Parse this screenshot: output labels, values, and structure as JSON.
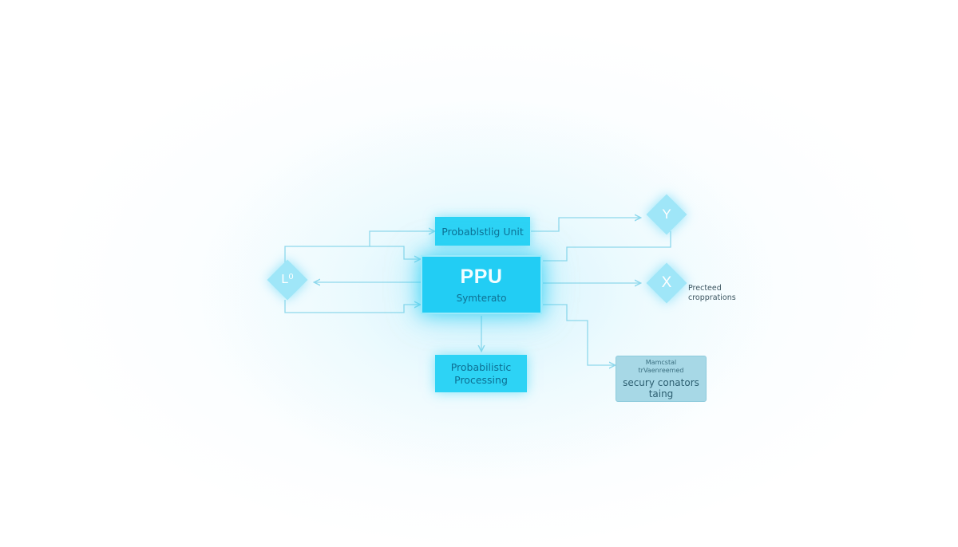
{
  "diagram": {
    "unit_label": "Probablstlig Unit",
    "ppu_title": "PPU",
    "ppu_subtitle": "Symterato",
    "processing_label_line1": "Probabilistic",
    "processing_label_line2": "Processing",
    "security_small_line1": "Mamcstal",
    "security_small_line2": "trVaenreemed",
    "security_line1": "secury conators",
    "security_line2": "taing",
    "node_left_label": "L⁰",
    "node_y_label": "Y",
    "node_x_label": "X",
    "side_note_line1": "Precteed",
    "side_note_line2": "cropprations"
  },
  "colors": {
    "accent": "#22cdf4",
    "accent_light": "#9fe6f8",
    "wire": "#8ed8ec",
    "security_fill": "#a7d8e6"
  }
}
